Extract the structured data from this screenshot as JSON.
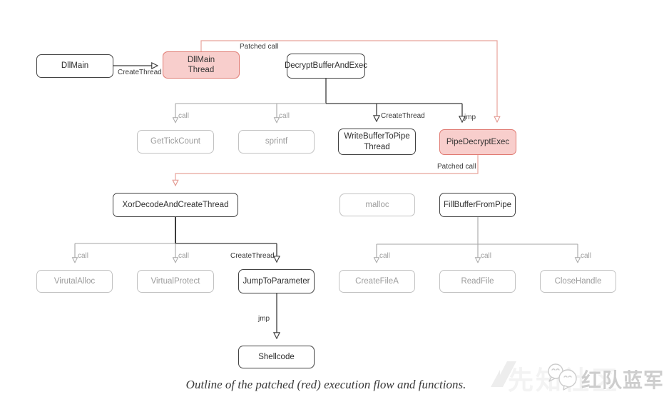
{
  "diagram": {
    "nodes": [
      {
        "id": "dllmain",
        "label": "DllMain",
        "style": "normal"
      },
      {
        "id": "dllmain-thread",
        "label": "DllMain\nThread",
        "style": "patched"
      },
      {
        "id": "decrypt-buffer-and-exec",
        "label": "DecryptBufferAndExec",
        "style": "normal"
      },
      {
        "id": "gettickcount",
        "label": "GetTickCount",
        "style": "api"
      },
      {
        "id": "sprintf",
        "label": "sprintf",
        "style": "api"
      },
      {
        "id": "write-buffer-to-pipe-thread",
        "label": "WriteBufferToPipe\nThread",
        "style": "normal"
      },
      {
        "id": "pipe-decrypt-exec",
        "label": "PipeDecryptExec",
        "style": "patched"
      },
      {
        "id": "xor-decode-and-create-thread",
        "label": "XorDecodeAndCreateThread",
        "style": "normal"
      },
      {
        "id": "malloc",
        "label": "malloc",
        "style": "api"
      },
      {
        "id": "fill-buffer-from-pipe",
        "label": "FillBufferFromPipe",
        "style": "normal"
      },
      {
        "id": "virutalalloc",
        "label": "VirutalAlloc",
        "style": "api"
      },
      {
        "id": "virtualprotect",
        "label": "VirtualProtect",
        "style": "api"
      },
      {
        "id": "jump-to-parameter",
        "label": "JumpToParameter",
        "style": "normal"
      },
      {
        "id": "createfilea",
        "label": "CreateFileA",
        "style": "api"
      },
      {
        "id": "readfile",
        "label": "ReadFile",
        "style": "api"
      },
      {
        "id": "closehandle",
        "label": "CloseHandle",
        "style": "api"
      },
      {
        "id": "shellcode",
        "label": "Shellcode",
        "style": "normal"
      }
    ],
    "edge_labels": [
      {
        "text": "CreateThread"
      },
      {
        "text": "Patched call"
      },
      {
        "text": "call"
      },
      {
        "text": "call"
      },
      {
        "text": "CreateThread"
      },
      {
        "text": "jmp"
      },
      {
        "text": "Patched  call"
      },
      {
        "text": "call"
      },
      {
        "text": "call"
      },
      {
        "text": "CreateThread"
      },
      {
        "text": "call"
      },
      {
        "text": "call"
      },
      {
        "text": "call"
      },
      {
        "text": "jmp"
      }
    ]
  },
  "caption": "Outline of the patched (red) execution flow and functions.",
  "watermark": {
    "brand_text": "红队蓝军",
    "faint_text": "先知社区",
    "icons": [
      "slash-logo-icon",
      "wechat-icon"
    ]
  },
  "colors": {
    "patched_fill": "#f8cecc",
    "patched_border": "#e07a72",
    "patched_line": "#e8a39b",
    "normal_border": "#424242",
    "api_border": "#c2c2c2",
    "api_text": "#9c9c9c"
  }
}
